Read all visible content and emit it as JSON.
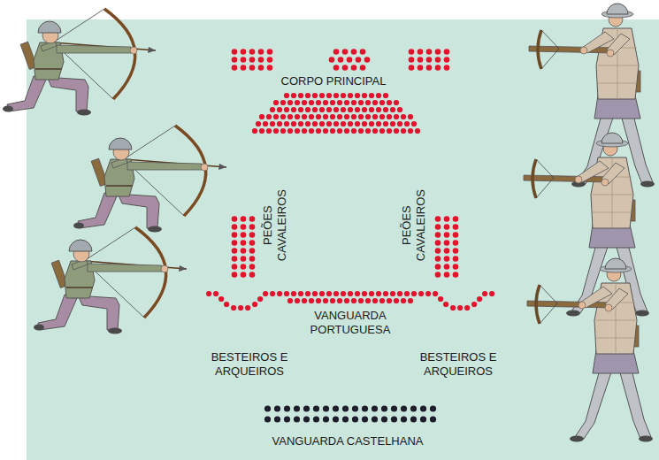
{
  "diagram": {
    "labels": [
      "CORPO PRINCIPAL",
      "PEÕES CAVALEIROS",
      "PEÕES CAVALEIROS",
      "VANGUARDA PORTUGUESA",
      "BESTEIROS E ARQUEIROS",
      "BESTEIROS E ARQUEIROS",
      "VANGUARDA CASTELHANA"
    ]
  }
}
